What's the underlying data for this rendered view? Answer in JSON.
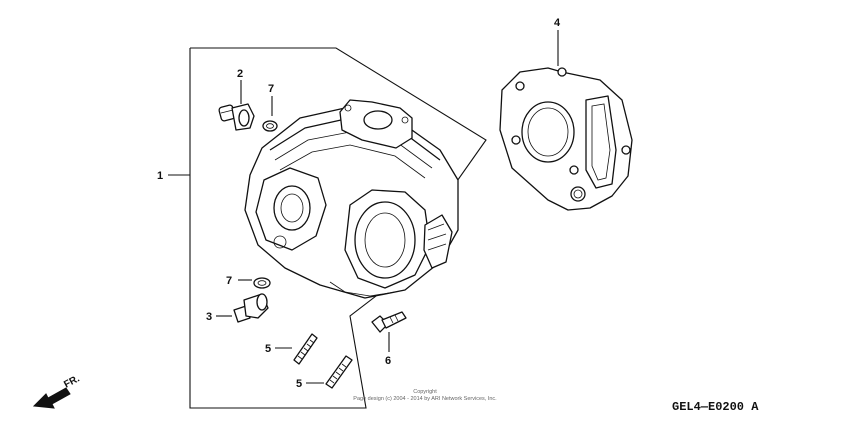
{
  "callouts": {
    "p1": "1",
    "p2": "2",
    "p3": "3",
    "p4": "4",
    "p5a": "5",
    "p5b": "5",
    "p6": "6",
    "p7a": "7",
    "p7b": "7"
  },
  "copyright": {
    "line1": "Copyright",
    "line2": "Page design (c) 2004 - 2014 by ARI Network Services, Inc."
  },
  "diagram_code": "GEL4—E0200 A",
  "direction_label": "FR."
}
